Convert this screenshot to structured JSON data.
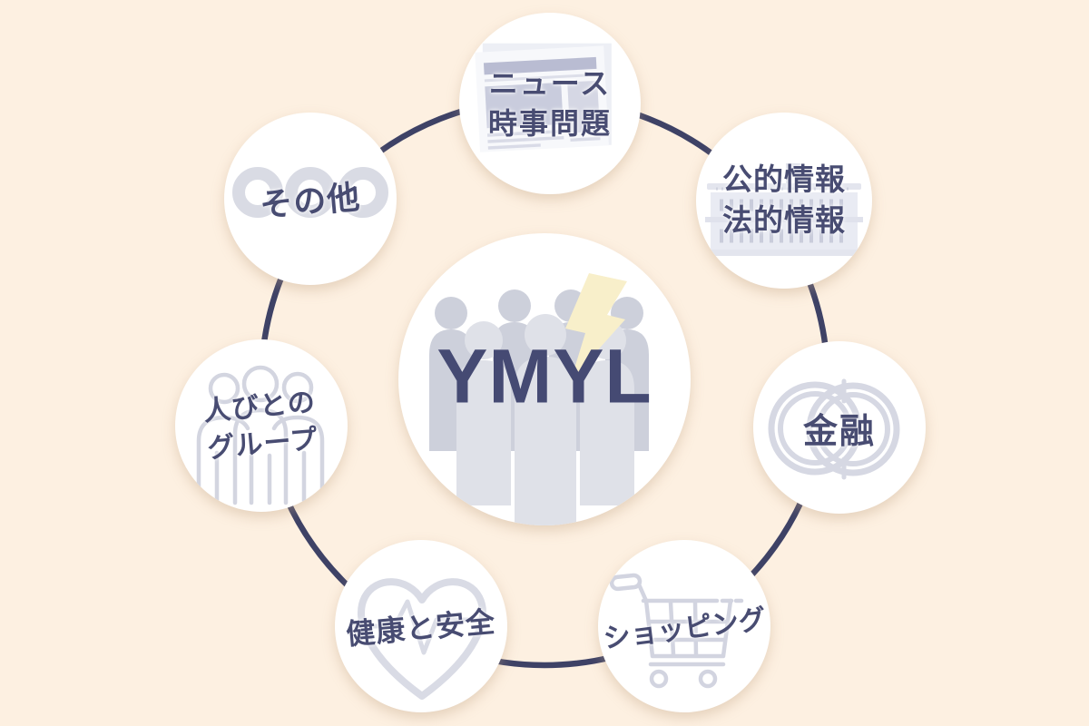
{
  "colors": {
    "background": "#fdf0e1",
    "ring": "#3e4266",
    "label_text": "#484c72",
    "center_text": "#454a73",
    "icon_gray": "#d6d8e3",
    "bolt_yellow": "#f8efca",
    "circle_fill": "#ffffff"
  },
  "center": {
    "title": "YMYL",
    "icon": "crowd-with-lightning-icon"
  },
  "nodes": {
    "news": {
      "line1": "ニュース",
      "line2": "時事問題",
      "icon": "newspaper-icon"
    },
    "public_legal": {
      "line1": "公的情報",
      "line2": "法的情報",
      "icon": "government-building-icon"
    },
    "finance": {
      "line1": "金融",
      "icon": "coins-icon"
    },
    "shopping": {
      "line1": "ショッピング",
      "icon": "shopping-cart-icon"
    },
    "health_safety": {
      "line1": "健康と安全",
      "icon": "heart-pulse-icon"
    },
    "people_group": {
      "line1": "人びとの",
      "line2": "グループ",
      "icon": "people-group-icon"
    },
    "others": {
      "line1": "その他",
      "icon": "ellipsis-rings-icon"
    }
  }
}
